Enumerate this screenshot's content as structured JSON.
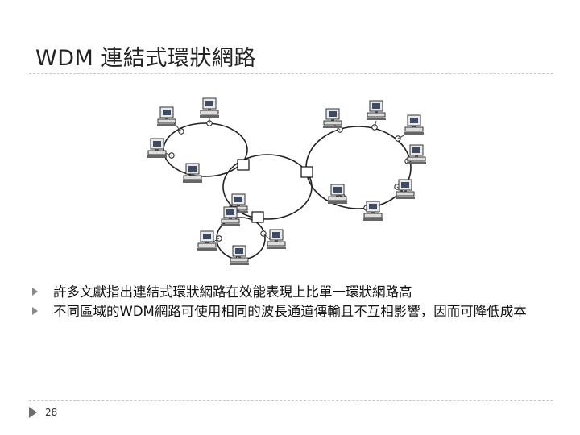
{
  "slide": {
    "title": "WDM 連結式環狀網路",
    "bullets": [
      "許多文獻指出連結式環狀網路在效能表現上比單一環狀網路高",
      "不同區域的WDM網路可使用相同的波長通道傳輸且不互相影響，因而可降低成本"
    ],
    "page_number": "28"
  },
  "diagram": {
    "ring_color": "#222222",
    "computer_icon": "computer-icon"
  }
}
